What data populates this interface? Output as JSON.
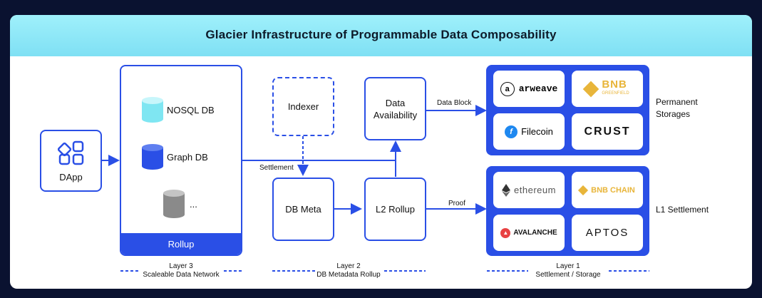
{
  "title": "Glacier Infrastructure of Programmable Data Composability",
  "dapp": {
    "label": "DApp"
  },
  "rollup_panel": {
    "items": [
      {
        "label": "NOSQL DB",
        "color": "#7fe6f2"
      },
      {
        "label": "Graph DB",
        "color": "#2a4fe6"
      },
      {
        "label": "...",
        "color": "#8a8a8a"
      }
    ],
    "footer": "Rollup"
  },
  "nodes": {
    "indexer": "Indexer",
    "data_availability": "Data Availability",
    "db_meta": "DB Meta",
    "l2_rollup": "L2 Rollup"
  },
  "edges": {
    "settlement": "Settlement",
    "data_block": "Data Block",
    "proof": "Proof"
  },
  "storage": {
    "label": "Permanent Storages",
    "tiles": [
      {
        "name": "arweave",
        "icon": "arweave-icon"
      },
      {
        "name": "BNB",
        "sub": "GREENFIELD",
        "icon": "bnb-icon"
      },
      {
        "name": "Filecoin",
        "icon": "filecoin-icon"
      },
      {
        "name": "CRUST",
        "icon": "crust-icon"
      }
    ]
  },
  "settlement_chains": {
    "label": "L1 Settlement",
    "tiles": [
      {
        "name": "ethereum",
        "icon": "ethereum-icon"
      },
      {
        "name": "BNB CHAIN",
        "icon": "bnb-chain-icon"
      },
      {
        "name": "AVALANCHE",
        "icon": "avalanche-icon"
      },
      {
        "name": "APTOS",
        "icon": "aptos-icon"
      }
    ]
  },
  "layers": [
    {
      "title": "Layer 3",
      "subtitle": "Scaleable Data Network"
    },
    {
      "title": "Layer 2",
      "subtitle": "DB Metadata Rollup"
    },
    {
      "title": "Layer 1",
      "subtitle": "Settlement / Storage"
    }
  ],
  "colors": {
    "accent": "#2a4fe6",
    "header": "#8fe8f8",
    "background": "#0a1230"
  }
}
